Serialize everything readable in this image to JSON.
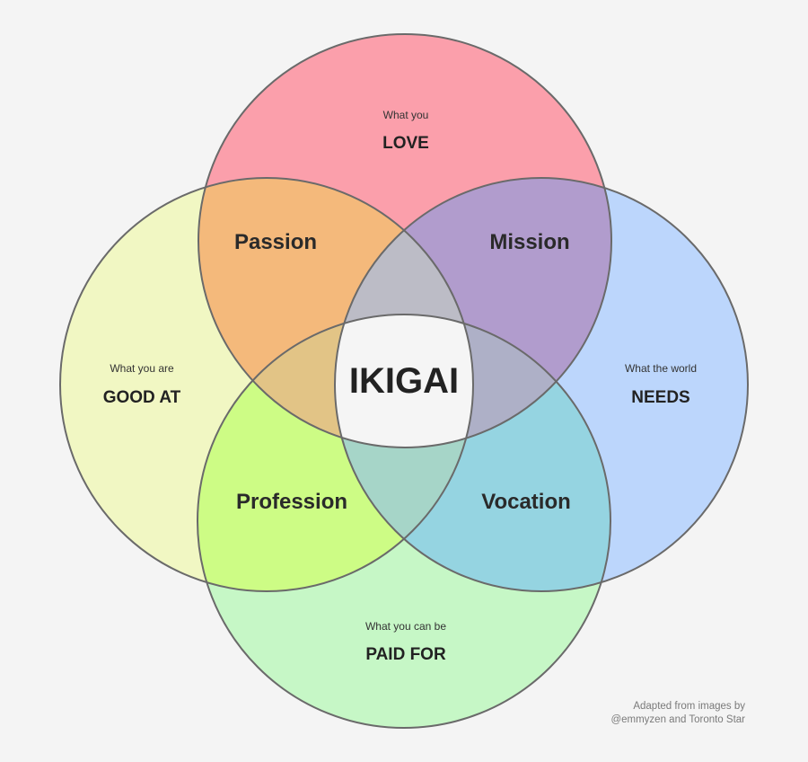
{
  "circles": {
    "love": {
      "small": "What you",
      "big": "LOVE",
      "color": "#fb9fab"
    },
    "good_at": {
      "small": "What you are",
      "big": "GOOD AT",
      "color": "#f1f7c3"
    },
    "needs": {
      "small": "What the world",
      "big": "NEEDS",
      "color": "#bcd6fc"
    },
    "paid_for": {
      "small": "What you can be",
      "big": "PAID FOR",
      "color": "#c6f7c6"
    }
  },
  "regions": {
    "passion": {
      "label": "Passion",
      "color": "#f4b97b"
    },
    "mission": {
      "label": "Mission",
      "color": "#b19ccd"
    },
    "profession": {
      "label": "Profession",
      "color": "#cdfc85"
    },
    "vocation": {
      "label": "Vocation",
      "color": "#95d4e1"
    }
  },
  "center": {
    "label": "IKIGAI",
    "color": "#f5f5f5"
  },
  "colors": {
    "top_lens": "#bcbcc6",
    "left_lens": "#e2c486",
    "right_lens": "#aeb0c7",
    "bottom_lens": "#a6d5c8",
    "outline": "#6a6a6a",
    "background": "#f4f4f4"
  },
  "credit": {
    "line1": "Adapted from images by",
    "line2": "@emmyzen and Toronto Star"
  }
}
